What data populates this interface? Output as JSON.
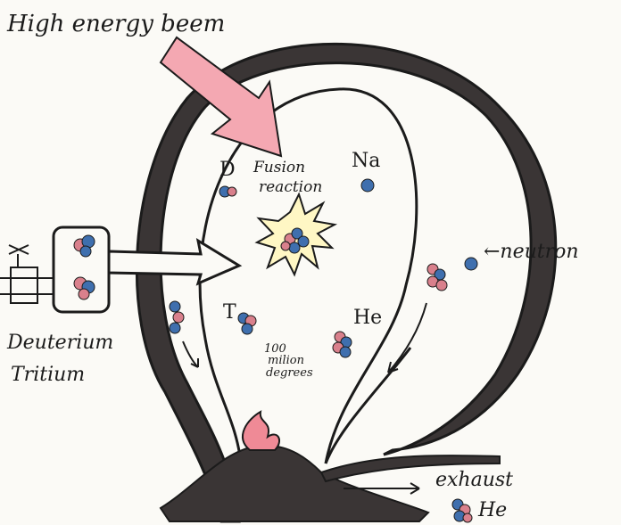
{
  "labels": {
    "title": "High energy beem",
    "fusion_line1": "Fusion",
    "fusion_line2": "reaction",
    "deuterium_symbol": "D",
    "sodium_symbol": "Na",
    "tritium_symbol": "T",
    "helium_symbol": "He",
    "temperature_line1": "100",
    "temperature_line2": "milion",
    "temperature_line3": "degrees",
    "neutron": "←neutron",
    "deuterium": "Deuterium",
    "tritium": "Tritium",
    "exhaust": "exhaust",
    "exhaust_helium": "He"
  },
  "colors": {
    "ink": "#1b1b1b",
    "wall": "#3a3535",
    "beam": "#f4a8b2",
    "flame": "#ef8a96",
    "particle_blue": "#3f6fae",
    "particle_red": "#d9808c",
    "burst": "#fff7c4"
  }
}
